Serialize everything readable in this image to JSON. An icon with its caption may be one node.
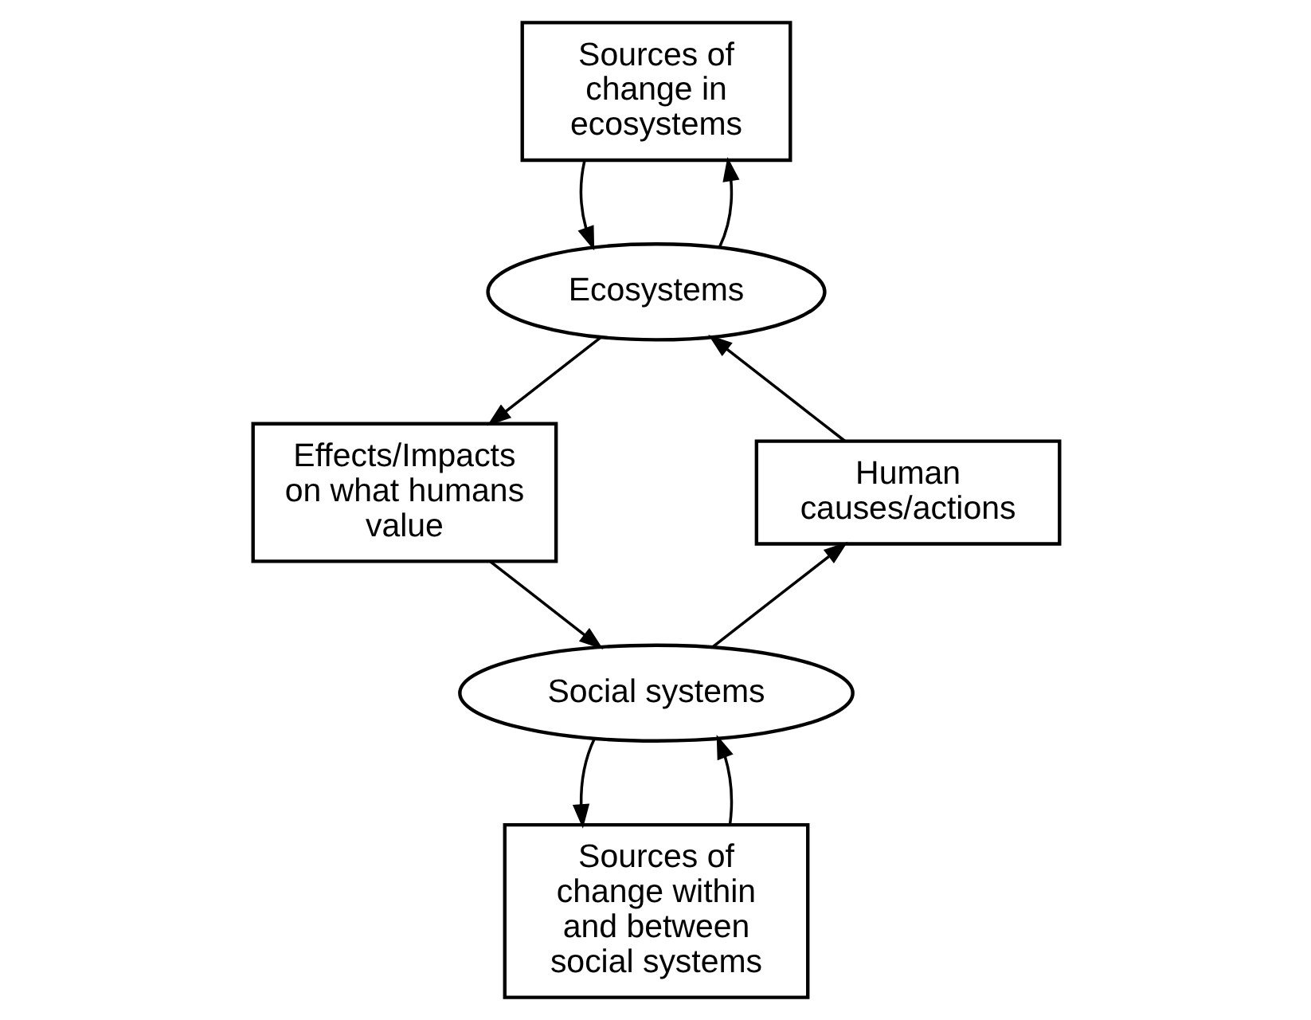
{
  "diagram": {
    "nodes": [
      {
        "text": [
          "Sources of change in ecosystems"
        ]
      },
      {
        "text": [
          "Ecosystems"
        ]
      },
      {
        "text": [
          "Human causes/actions"
        ]
      },
      {
        "text": [
          "Effects/Impacts on what humans value"
        ]
      },
      {
        "text": [
          "Social systems"
        ]
      },
      {
        "text": [
          "Sources of change within and between social systems"
        ]
      }
    ],
    "edges": [
      {
        "from": 0,
        "to": 1,
        "arrow": "to"
      },
      {
        "from": 1,
        "to": 0,
        "arrow": "to"
      },
      {
        "from": 1,
        "to": 3,
        "arrow": "to"
      },
      {
        "from": 3,
        "to": 4,
        "arrow": "to"
      },
      {
        "from": 4,
        "to": 2,
        "arrow": "to"
      },
      {
        "from": 2,
        "to": 1,
        "arrow": "to"
      },
      {
        "from": 4,
        "to": 5,
        "arrow": "to"
      },
      {
        "from": 5,
        "to": 4,
        "arrow": "to"
      }
    ]
  }
}
